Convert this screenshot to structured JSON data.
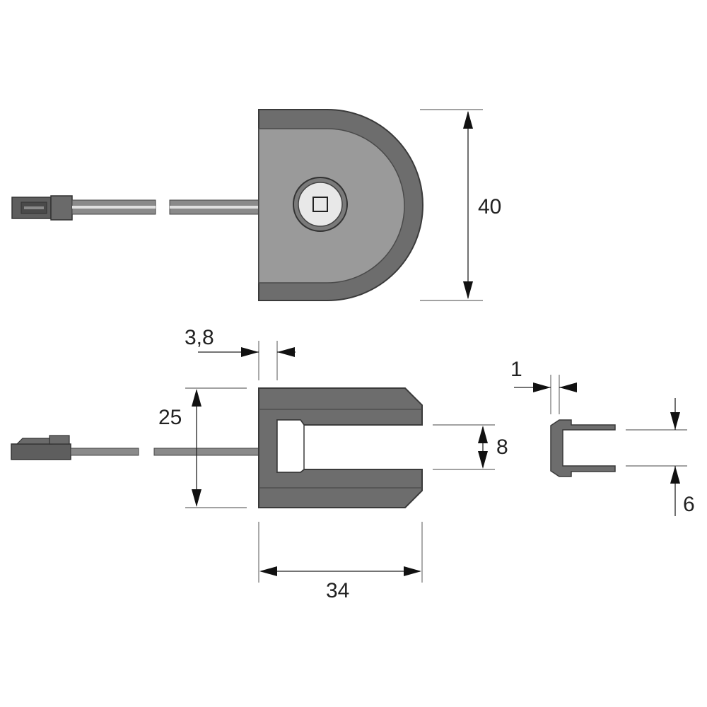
{
  "colors": {
    "body_dark": "#6d6d6d",
    "body_light": "#9a9a9a",
    "outline": "#3a3a3a",
    "cable": "#8a8a8a",
    "cable_highlight": "#dcdcdc",
    "connector": "#5e5e5e",
    "button_face": "#e8e8e8",
    "dimension": "#222222"
  },
  "icons": {
    "connector_top": "plug-connector-icon",
    "connector_side": "plug-connector-side-icon",
    "switch": "square-push-button-icon"
  },
  "dimensions": {
    "height_top": "40",
    "height_side": "25",
    "wall_thickness": "3,8",
    "slot_width": "8",
    "length": "34",
    "clip_thickness": "1",
    "clip_gap": "6"
  }
}
